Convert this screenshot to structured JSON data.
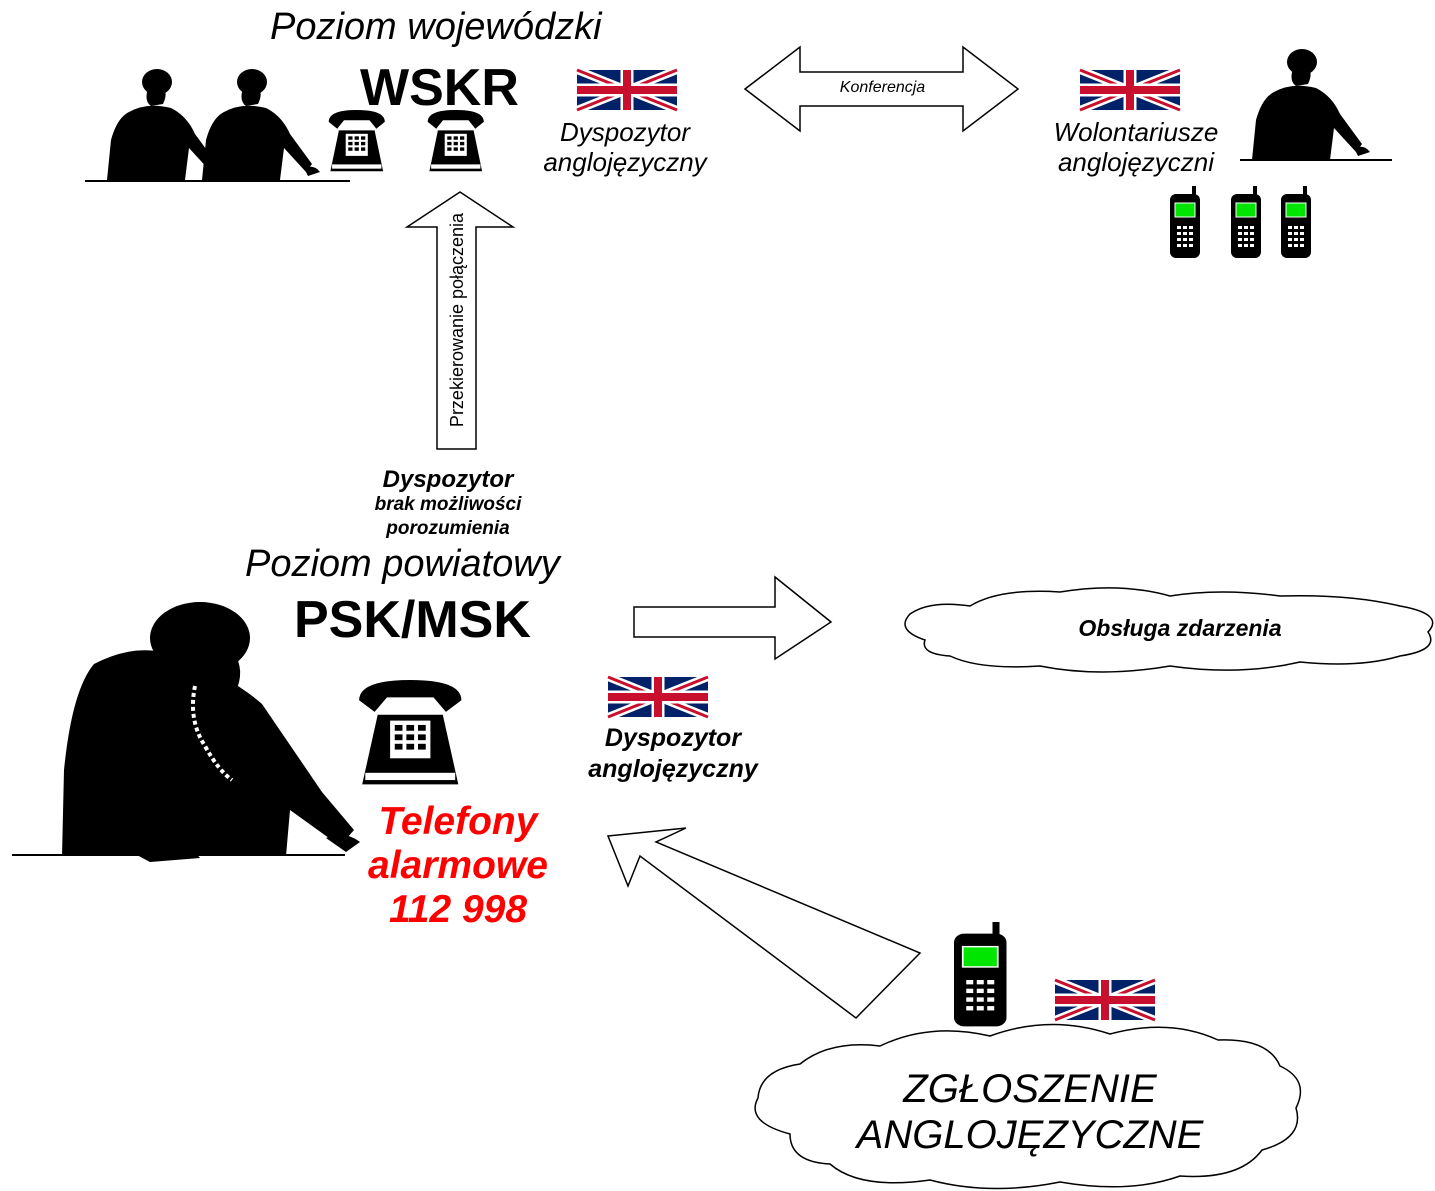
{
  "top": {
    "level_title": "Poziom wojewódzki",
    "center_name": "WSKR",
    "dispatcher_label": [
      "Dyspozytor",
      "anglojęzyczny"
    ],
    "conference_label": "Konferencja",
    "volunteers_label": [
      "Wolontariusze",
      "anglojęzyczni"
    ]
  },
  "redirect": {
    "arrow_label": "Przekierowanie połączenia"
  },
  "bottom": {
    "dispatcher_note": [
      "Dyspozytor",
      "brak możliwości",
      "porozumienia"
    ],
    "level_title": "Poziom powiatowy",
    "center_name": "PSK/MSK",
    "incident_label": "Obsługa zdarzenia",
    "dispatcher_label": [
      "Dyspozytor",
      "anglojęzyczny"
    ],
    "emergency_numbers": [
      "Telefony",
      "alarmowe",
      "112 998"
    ]
  },
  "caller": {
    "report_label": [
      "ZGŁOSZENIE",
      "ANGLOJĘZYCZNE"
    ]
  },
  "colors": {
    "flag_blue": "#012169",
    "flag_red": "#C8102E",
    "emergency_red": "#ff0000",
    "screen_green": "#00e600"
  }
}
